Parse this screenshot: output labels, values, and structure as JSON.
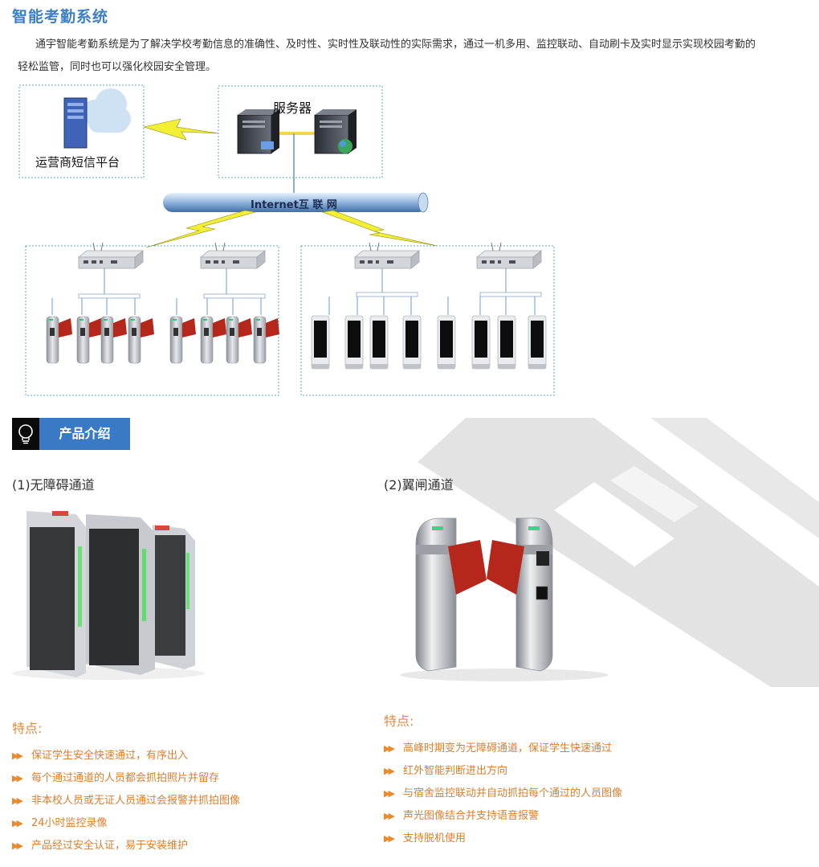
{
  "header": {
    "title": "智能考勤系统",
    "intro": "通宇智能考勤系统是为了解决学校考勤信息的准确性、及时性、实时性及联动性的实际需求，通过一机多用、监控联动、自动刷卡及实时显示实现校园考勤的轻松监管，同时也可以强化校园安全管理。"
  },
  "diagram": {
    "sms_platform_label": "运营商短信平台",
    "server_label": "服务器",
    "internet_label": "Internet互 联 网"
  },
  "section": {
    "label": "产品介绍",
    "icon": "lightbulb-icon"
  },
  "products": [
    {
      "title": "(1)无障碍通道",
      "features_heading": "特点:",
      "features": [
        "保证学生安全快速通过，有序出入",
        "每个通过通道的人员都会抓拍照片并留存",
        "非本校人员或无证人员通过会报警并抓拍图像",
        "24小时监控录像",
        "产品经过安全认证，易于安装维护"
      ]
    },
    {
      "title": "(2)翼闸通道",
      "features_heading": "特点:",
      "features": [
        "高峰时期变为无障碍通道，保证学生快速通过",
        "红外智能判断进出方向",
        "与宿舍监控联动并自动抓拍每个通过的人员图像",
        "声光图像结合并支持语音报警",
        "支持脱机使用"
      ]
    }
  ],
  "colors": {
    "title_blue": "#3d7fc5",
    "section_blue": "#3a7ac4",
    "feature_orange": "#d97f2e",
    "gate_red": "#b5271a"
  }
}
